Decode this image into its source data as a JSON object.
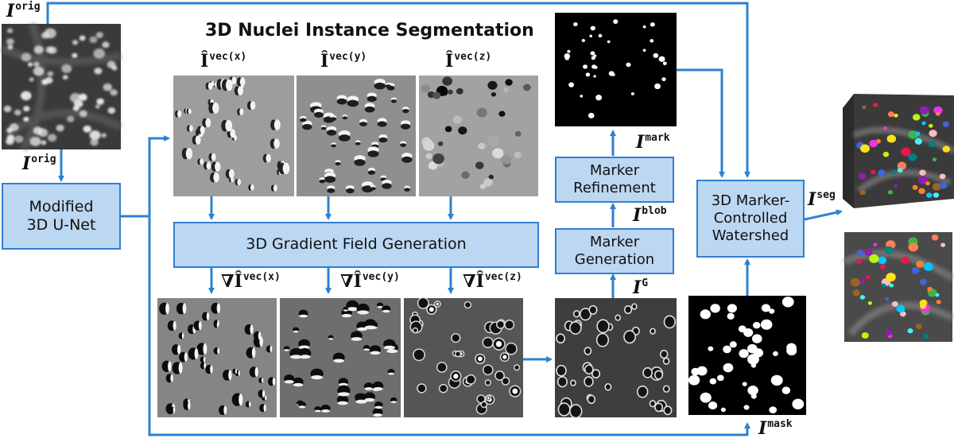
{
  "title": "3D Nuclei Instance Segmentation",
  "colors": {
    "arrow": "#2f80d0",
    "box_fill": "#bcd7f2",
    "box_border": "#2f80d0"
  },
  "boxes": {
    "unet": "Modified\n3D U-Net",
    "gradient": "3D Gradient Field Generation",
    "marker_generation": "Marker\nGeneration",
    "marker_refinement": "Marker\nRefinement",
    "watershed": "3D Marker-\nControlled\nWatershed"
  },
  "labels": {
    "orig_top": {
      "symbol": "I",
      "sup": "orig"
    },
    "orig_left": {
      "symbol": "I",
      "sup": "orig"
    },
    "vec_x": {
      "symbol": "Î",
      "sup": "vec(x)"
    },
    "vec_y": {
      "symbol": "Î",
      "sup": "vec(y)"
    },
    "vec_z": {
      "symbol": "Î",
      "sup": "vec(z)"
    },
    "grad_x": {
      "symbol": "∇Î",
      "sup": "vec(x)"
    },
    "grad_y": {
      "symbol": "∇Î",
      "sup": "vec(y)"
    },
    "grad_z": {
      "symbol": "∇Î",
      "sup": "vec(z)"
    },
    "g": {
      "symbol": "I",
      "sup": "G"
    },
    "blob": {
      "symbol": "I",
      "sup": "blob"
    },
    "mark": {
      "symbol": "I",
      "sup": "mark"
    },
    "mask": {
      "symbol": "I",
      "sup": "mask"
    },
    "seg": {
      "symbol": "I",
      "sup": "seg"
    }
  },
  "images": {
    "orig": "grayscale-nuclei-image",
    "vec_x": "vector-field-x-image",
    "vec_y": "vector-field-y-image",
    "vec_z": "vector-field-z-image",
    "grad_x": "gradient-x-image",
    "grad_y": "gradient-y-image",
    "grad_z": "gradient-z-image",
    "gradient_map": "gradient-map-image",
    "marker_map": "binary-marker-image",
    "mask_map": "binary-mask-image",
    "seg_volume": "3d-segmentation-volume",
    "seg_slice": "segmentation-slice-image"
  }
}
